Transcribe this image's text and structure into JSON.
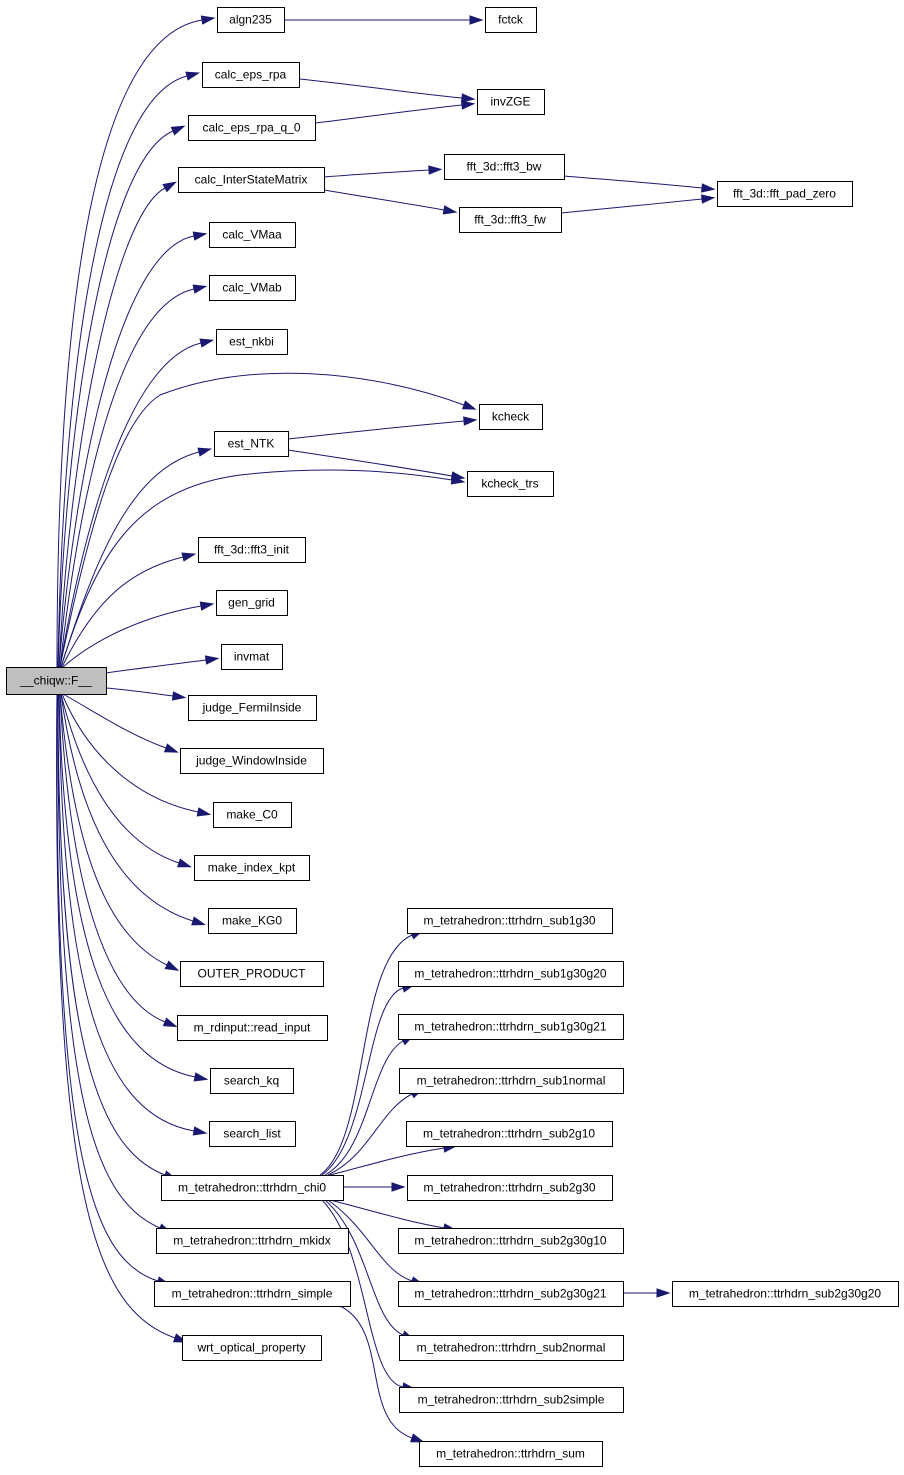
{
  "nodes": {
    "root": "__chiqw::F__",
    "algn235": "algn235",
    "fctck": "fctck",
    "calc_eps_rpa": "calc_eps_rpa",
    "calc_eps_rpa_q_0": "calc_eps_rpa_q_0",
    "invZGE": "invZGE",
    "calc_InterStateMatrix": "calc_InterStateMatrix",
    "fft3_bw": "fft_3d::fft3_bw",
    "fft3_fw": "fft_3d::fft3_fw",
    "fft_pad_zero": "fft_3d::fft_pad_zero",
    "calc_VMaa": "calc_VMaa",
    "calc_VMab": "calc_VMab",
    "est_nkbi": "est_nkbi",
    "kcheck": "kcheck",
    "est_NTK": "est_NTK",
    "kcheck_trs": "kcheck_trs",
    "fft3_init": "fft_3d::fft3_init",
    "gen_grid": "gen_grid",
    "invmat": "invmat",
    "judge_FermiInside": "judge_FermiInside",
    "judge_WindowInside": "judge_WindowInside",
    "make_C0": "make_C0",
    "make_index_kpt": "make_index_kpt",
    "make_KG0": "make_KG0",
    "OUTER_PRODUCT": "OUTER_PRODUCT",
    "read_input": "m_rdinput::read_input",
    "search_kq": "search_kq",
    "search_list": "search_list",
    "ttrhdrn_chi0": "m_tetrahedron::ttrhdrn_chi0",
    "ttrhdrn_mkidx": "m_tetrahedron::ttrhdrn_mkidx",
    "ttrhdrn_simple": "m_tetrahedron::ttrhdrn_simple",
    "wrt_optical_property": "wrt_optical_property",
    "sub1g30": "m_tetrahedron::ttrhdrn_sub1g30",
    "sub1g30g20": "m_tetrahedron::ttrhdrn_sub1g30g20",
    "sub1g30g21": "m_tetrahedron::ttrhdrn_sub1g30g21",
    "sub1normal": "m_tetrahedron::ttrhdrn_sub1normal",
    "sub2g10": "m_tetrahedron::ttrhdrn_sub2g10",
    "sub2g30": "m_tetrahedron::ttrhdrn_sub2g30",
    "sub2g30g10": "m_tetrahedron::ttrhdrn_sub2g30g10",
    "sub2g30g21": "m_tetrahedron::ttrhdrn_sub2g30g21",
    "sub2g30g20": "m_tetrahedron::ttrhdrn_sub2g30g20",
    "sub2normal": "m_tetrahedron::ttrhdrn_sub2normal",
    "sub2simple": "m_tetrahedron::ttrhdrn_sub2simple",
    "ttrhdrn_sum": "m_tetrahedron::ttrhdrn_sum"
  },
  "colors": {
    "edge": "#191970",
    "root_fill": "#bfbfbf",
    "node_fill": "#ffffff",
    "node_border": "#000000"
  }
}
